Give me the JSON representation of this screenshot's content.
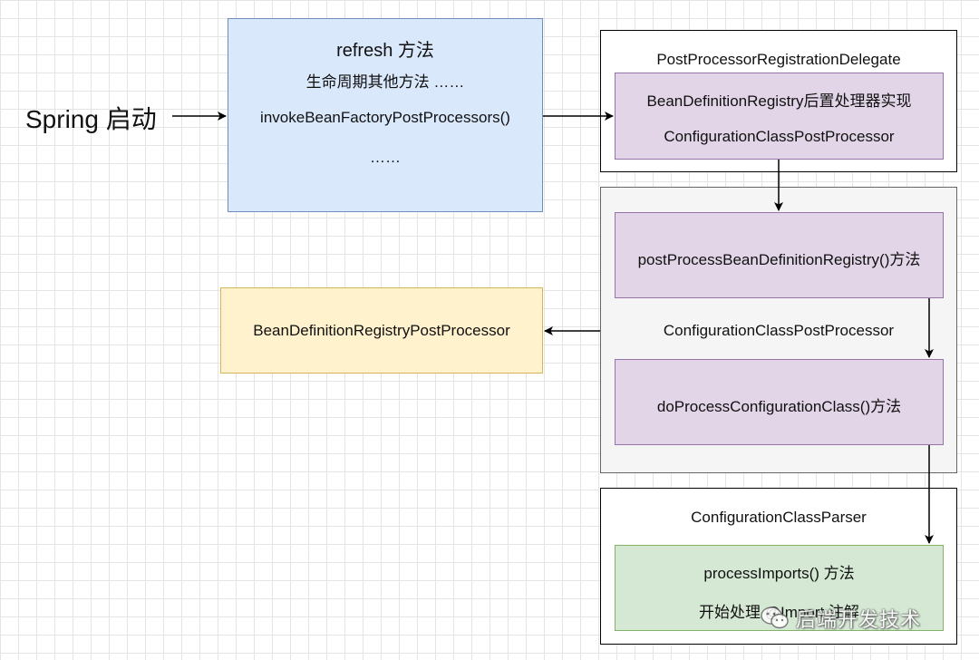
{
  "start": {
    "label": "Spring 启动"
  },
  "refresh": {
    "title": "refresh 方法",
    "line1": "生命周期其他方法 ……",
    "line2": "invokeBeanFactoryPostProcessors()",
    "line3": "……"
  },
  "delegate": {
    "title": "PostProcessorRegistrationDelegate",
    "inner_line1": "BeanDefinitionRegistry后置处理器实现",
    "inner_line2": "ConfigurationClassPostProcessor"
  },
  "config_post_processor": {
    "method1": "postProcessBeanDefinitionRegistry()方法",
    "label": "ConfigurationClassPostProcessor",
    "method2": "doProcessConfigurationClass()方法"
  },
  "bdrpp": {
    "label": "BeanDefinitionRegistryPostProcessor"
  },
  "parser": {
    "title": "ConfigurationClassParser",
    "line1": "processImports() 方法",
    "line2": "开始处理 @Import 注解"
  },
  "watermark": {
    "text": "后端开发技术",
    "icon": "wechat-icon"
  },
  "colors": {
    "blue_fill": "#dae8fc",
    "blue_stroke": "#6c8ebf",
    "purple_fill": "#e1d5e7",
    "purple_stroke": "#9673a6",
    "yellow_fill": "#fff2cc",
    "yellow_stroke": "#d6b656",
    "green_fill": "#d5e8d4",
    "green_stroke": "#82b366",
    "gray_fill": "#f5f5f5"
  }
}
